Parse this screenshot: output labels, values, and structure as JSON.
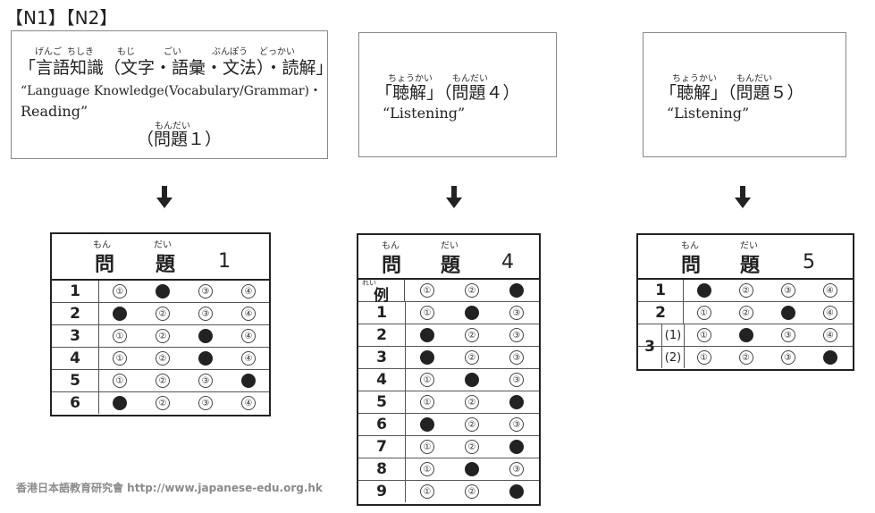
{
  "header": "【N1】【N2】",
  "boxes": {
    "lang": {
      "jp": "「言語知識（文字・語彙・文法）・読解」",
      "en1": "“Language Knowledge(Vocabulary/Grammar)・",
      "en2": "Reading”",
      "sub": "（問題１）",
      "ruby": [
        "げんご",
        "ちしき",
        "もじ",
        "ごい",
        "ぶんぽう",
        "どっかい",
        "もんだい"
      ]
    },
    "listen4": {
      "jp": "「聴解」（問題４）",
      "en": "“Listening”",
      "ruby": [
        "ちょうかい",
        "もんだい"
      ]
    },
    "listen5": {
      "jp": "「聴解」（問題５）",
      "en": "“Listening”",
      "ruby": [
        "ちょうかい",
        "もんだい"
      ]
    }
  },
  "sheets": {
    "s1": {
      "title": [
        "問",
        "題",
        "1"
      ],
      "ruby": [
        "もん",
        "だい"
      ],
      "rows": [
        {
          "label": "1",
          "options": [
            "①",
            "②",
            "③",
            "④"
          ],
          "filled": 2
        },
        {
          "label": "2",
          "options": [
            "①",
            "②",
            "③",
            "④"
          ],
          "filled": 1
        },
        {
          "label": "3",
          "options": [
            "①",
            "②",
            "③",
            "④"
          ],
          "filled": 3
        },
        {
          "label": "4",
          "options": [
            "①",
            "②",
            "③",
            "④"
          ],
          "filled": 3
        },
        {
          "label": "5",
          "options": [
            "①",
            "②",
            "③",
            "④"
          ],
          "filled": 4
        },
        {
          "label": "6",
          "options": [
            "①",
            "②",
            "③",
            "④"
          ],
          "filled": 1
        }
      ]
    },
    "s4": {
      "title": [
        "問",
        "題",
        "4"
      ],
      "ruby": [
        "もん",
        "だい"
      ],
      "example_ruby": "れい",
      "rows": [
        {
          "label": "例",
          "options": [
            "①",
            "②",
            "③"
          ],
          "filled": 3
        },
        {
          "label": "1",
          "options": [
            "①",
            "②",
            "③"
          ],
          "filled": 2
        },
        {
          "label": "2",
          "options": [
            "①",
            "②",
            "③"
          ],
          "filled": 1
        },
        {
          "label": "3",
          "options": [
            "①",
            "②",
            "③"
          ],
          "filled": 1
        },
        {
          "label": "4",
          "options": [
            "①",
            "②",
            "③"
          ],
          "filled": 2
        },
        {
          "label": "5",
          "options": [
            "①",
            "②",
            "③"
          ],
          "filled": 3
        },
        {
          "label": "6",
          "options": [
            "①",
            "②",
            "③"
          ],
          "filled": 1
        },
        {
          "label": "7",
          "options": [
            "①",
            "②",
            "③"
          ],
          "filled": 3
        },
        {
          "label": "8",
          "options": [
            "①",
            "②",
            "③"
          ],
          "filled": 2
        },
        {
          "label": "9",
          "options": [
            "①",
            "②",
            "③"
          ],
          "filled": 3
        }
      ]
    },
    "s5": {
      "title": [
        "問",
        "題",
        "5"
      ],
      "ruby": [
        "もん",
        "だい"
      ],
      "rows": [
        {
          "label": "1",
          "options": [
            "①",
            "②",
            "③",
            "④"
          ],
          "filled": 1
        },
        {
          "label": "2",
          "options": [
            "①",
            "②",
            "③",
            "④"
          ],
          "filled": 3
        },
        {
          "group": "3",
          "label": "(1)",
          "options": [
            "①",
            "②",
            "③",
            "④"
          ],
          "filled": 2
        },
        {
          "group": "3",
          "label": "(2)",
          "options": [
            "①",
            "②",
            "③",
            "④"
          ],
          "filled": 4
        }
      ]
    }
  },
  "footer": "香港日本語教育研究會  http://www.japanese-edu.org.hk"
}
